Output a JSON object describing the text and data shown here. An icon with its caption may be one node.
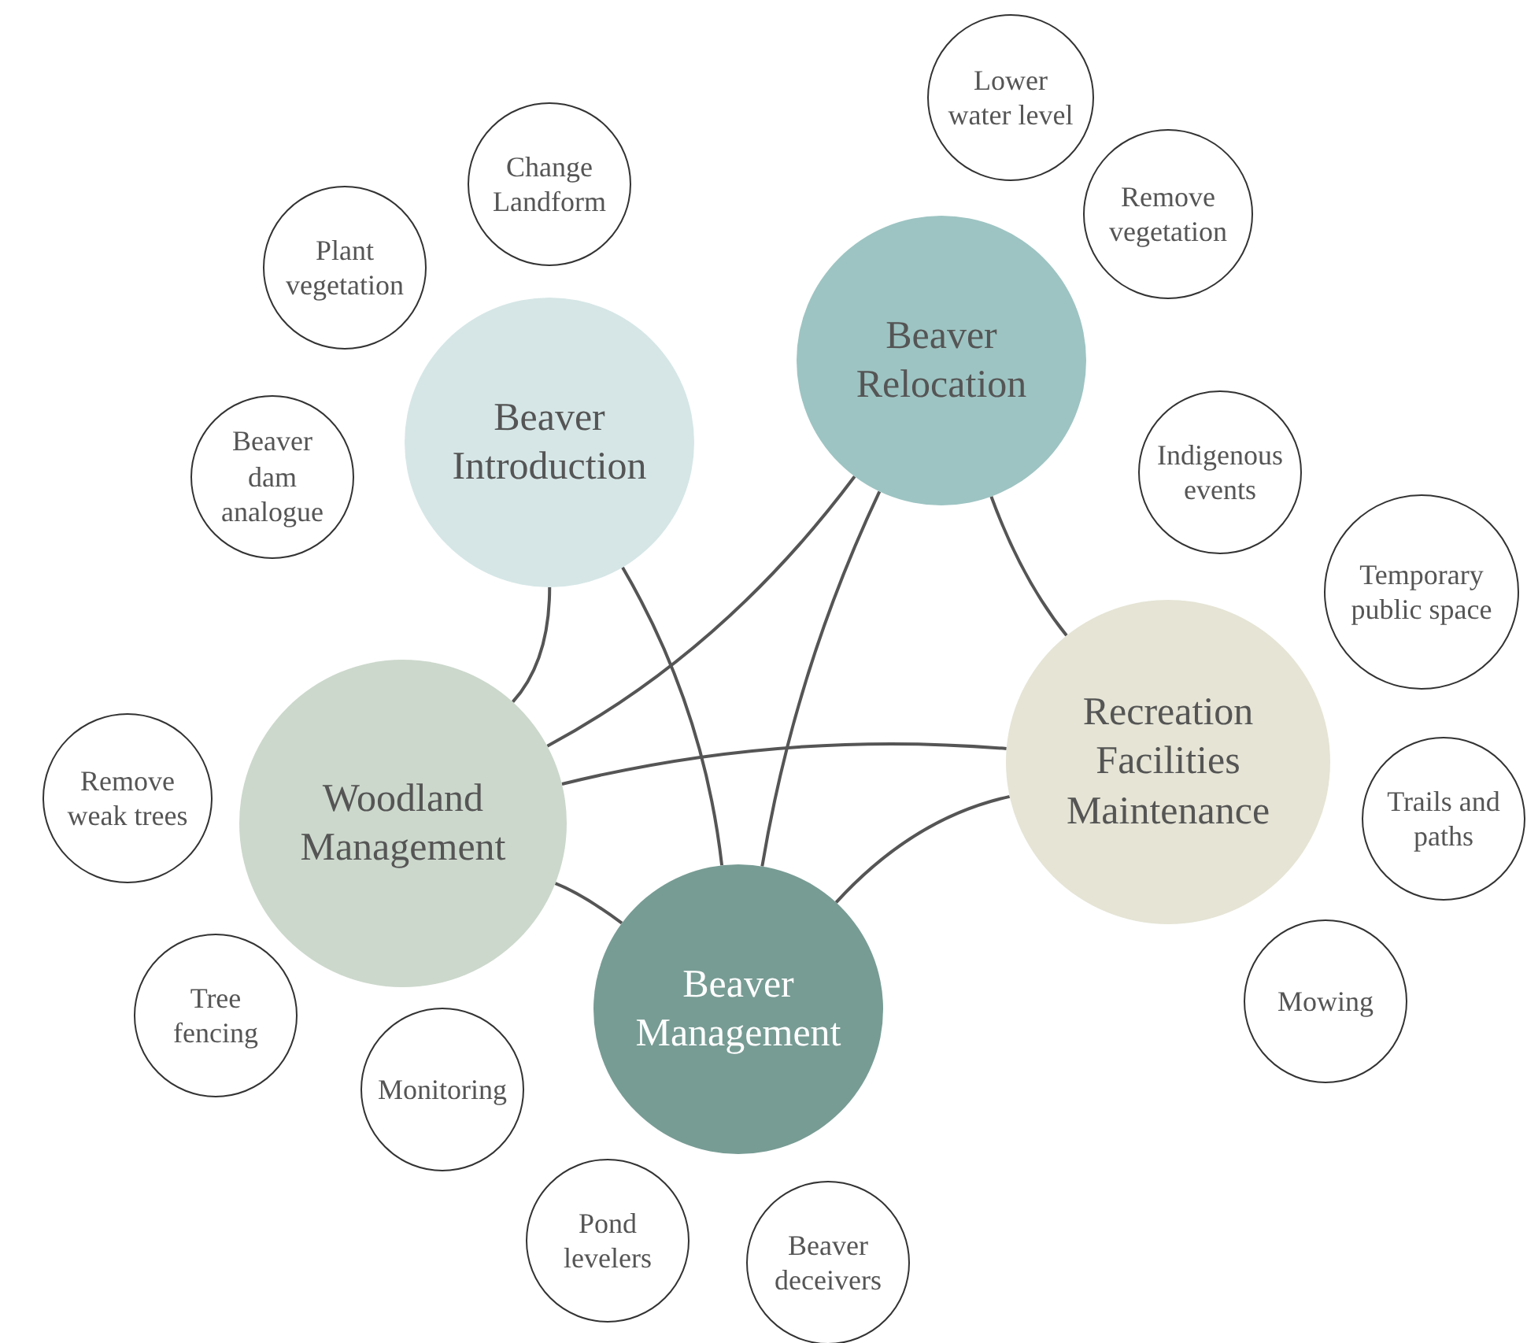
{
  "diagram": {
    "nodes": [
      {
        "text": [
          "Lower water level"
        ]
      },
      {
        "text": [
          "Change Landform"
        ]
      },
      {
        "text": [
          "Remove vegetation"
        ]
      },
      {
        "text": [
          "Plant vegetation"
        ]
      },
      {
        "text": [
          "Beaver Relocation"
        ]
      },
      {
        "text": [
          "Beaver Introduction"
        ]
      },
      {
        "text": [
          "Indigenous events"
        ]
      },
      {
        "text": [
          "Beaver dam analogue"
        ]
      },
      {
        "text": [
          "Temporary public space"
        ]
      },
      {
        "text": [
          "Recreation Facilities Maintenance"
        ]
      },
      {
        "text": [
          "Remove weak trees"
        ]
      },
      {
        "text": [
          "Woodland Management"
        ]
      },
      {
        "text": [
          "Trails and paths"
        ]
      },
      {
        "text": [
          "Beaver Management"
        ]
      },
      {
        "text": [
          "Tree fencing"
        ]
      },
      {
        "text": [
          "Mowing"
        ]
      },
      {
        "text": [
          "Monitoring"
        ]
      },
      {
        "text": [
          "Pond levelers"
        ]
      },
      {
        "text": [
          "Beaver deceivers"
        ]
      }
    ],
    "edges": [
      {
        "from": 5,
        "to": 11,
        "arrow": "none"
      },
      {
        "from": 5,
        "to": 13,
        "arrow": "none"
      },
      {
        "from": 4,
        "to": 11,
        "arrow": "none"
      },
      {
        "from": 4,
        "to": 13,
        "arrow": "none"
      },
      {
        "from": 4,
        "to": 9,
        "arrow": "none"
      },
      {
        "from": 11,
        "to": 9,
        "arrow": "none"
      },
      {
        "from": 11,
        "to": 13,
        "arrow": "none"
      },
      {
        "from": 13,
        "to": 9,
        "arrow": "none"
      }
    ]
  }
}
